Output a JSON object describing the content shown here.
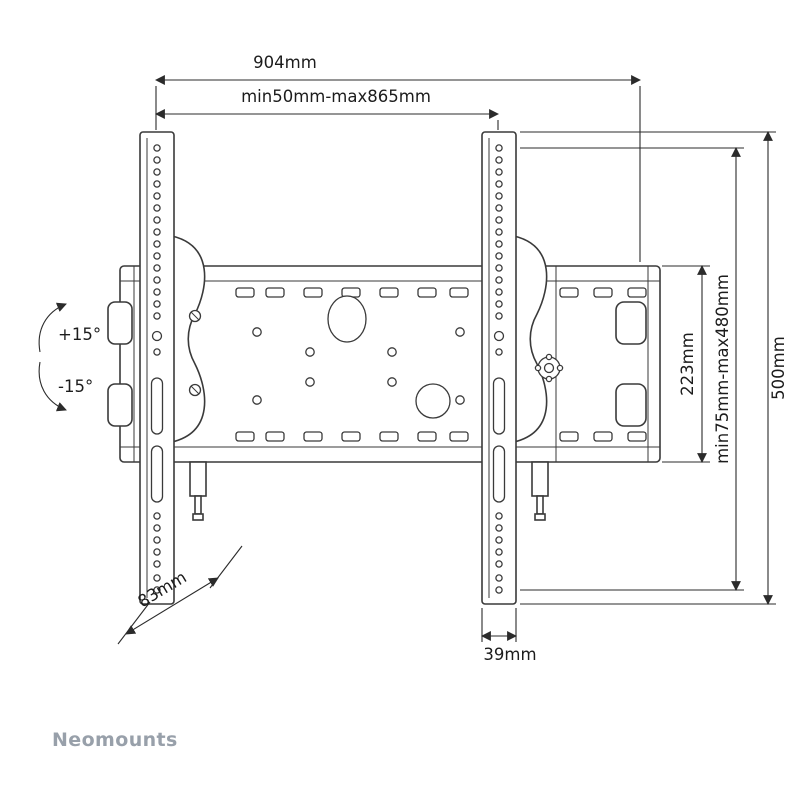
{
  "brand": {
    "name": "Neomounts"
  },
  "dims": {
    "total_width": "904mm",
    "mount_width_range": "min50mm-max865mm",
    "total_height": "500mm",
    "mount_height_range": "min75mm-max480mm",
    "plate_height": "223mm",
    "tilt_depth": "83mm",
    "profile_depth": "39mm"
  },
  "tilt": {
    "up": "+15°",
    "down": "-15°"
  },
  "colors": {
    "drawing_line": "#3a3a3a",
    "dimension_line": "#2b2b2b",
    "brand_gray": "#98a0aa",
    "background": "#ffffff"
  }
}
